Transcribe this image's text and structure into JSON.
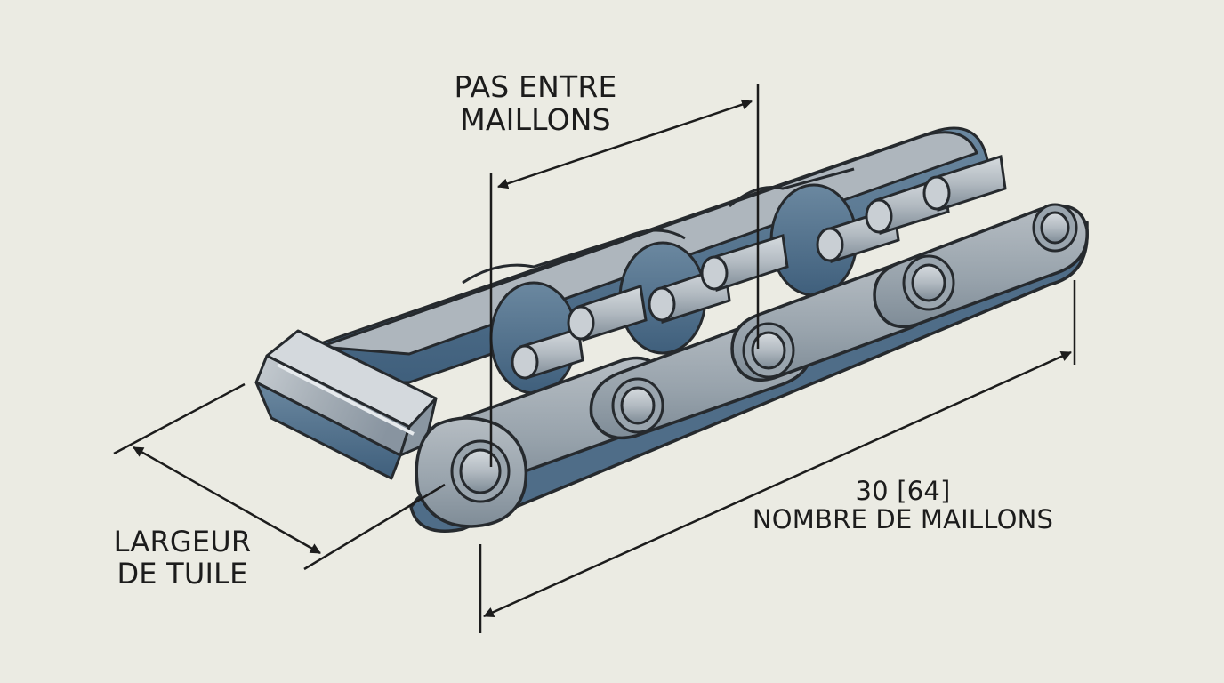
{
  "labels": {
    "pitch": [
      "PAS ENTRE",
      "MAILLONS"
    ],
    "width": [
      "LARGEUR",
      "DE TUILE"
    ],
    "count_value": "30 [64]",
    "count_caption": "NOMBRE DE MAILLONS"
  },
  "colors": {
    "background": "#ebebe3",
    "outline": "#262a2e",
    "plate_light": "#a9b1b8",
    "plate_mid": "#8d98a2",
    "plate_shadow": "#4f6d88",
    "pin": "#c3cad0",
    "dimension_line": "#1c1c1c"
  }
}
